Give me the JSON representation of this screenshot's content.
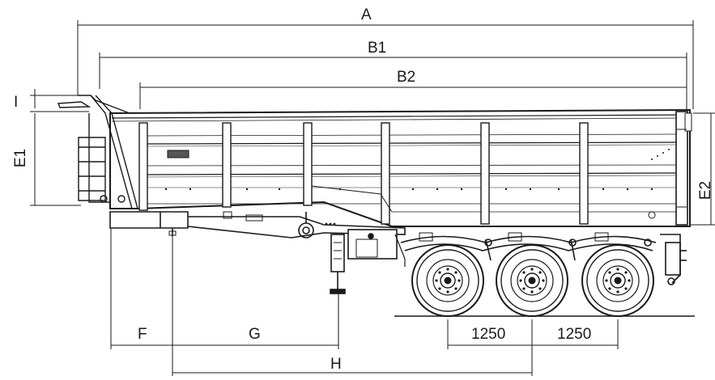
{
  "dimension_labels": {
    "A": "A",
    "B1": "B1",
    "B2": "B2",
    "E1": "E1",
    "E2": "E2",
    "I": "I",
    "F": "F",
    "G": "G",
    "H": "H",
    "axle_spacing_1": "1250",
    "axle_spacing_2": "1250"
  },
  "colors": {
    "line": "#1a1a1a",
    "body_fill": "#ffffff",
    "shade": "#d9d9d9"
  }
}
